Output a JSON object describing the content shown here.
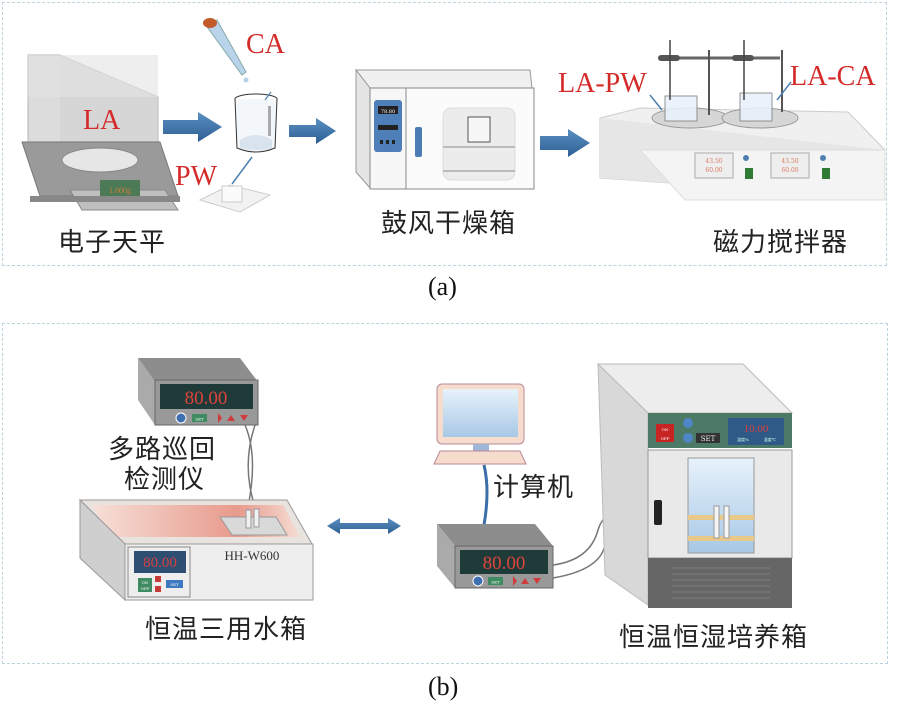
{
  "figure": {
    "panel_a": {
      "caption": "(a)",
      "labels": {
        "la": "LA",
        "ca": "CA",
        "pw": "PW",
        "la_pw": "LA-PW",
        "la_ca": "LA-CA"
      },
      "devices": {
        "balance": {
          "name": "电子天平",
          "display": "1.000g"
        },
        "oven": {
          "name": "鼓风干燥箱",
          "display": "78.80"
        },
        "stirrer": {
          "name": "磁力搅拌器",
          "display_top": "43.50",
          "display_bottom": "60.00"
        }
      }
    },
    "panel_b": {
      "caption": "(b)",
      "devices": {
        "inspector": {
          "name_line1": "多路巡回",
          "name_line2": "检测仪",
          "display": "80.00",
          "set_label": "SET"
        },
        "water_bath": {
          "name": "恒温三用水箱",
          "model": "HH-W600",
          "display": "80.00",
          "on_label": "ON",
          "off_label": "OFF",
          "set_label": "SET"
        },
        "computer": {
          "name": "计算机"
        },
        "logger": {
          "display": "80.00",
          "set_label": "SET"
        },
        "incubator": {
          "name": "恒温恒湿培养箱",
          "display": "10.00",
          "humidity_label": "湿度%",
          "temp_label": "温度℃",
          "on_label": "ON",
          "off_label": "OFF",
          "set_label": "SET"
        }
      }
    },
    "colors": {
      "arrow": "#3f74a8",
      "label_red": "#d42a2a",
      "display_red": "#e0433a",
      "panel_border": "#bcd3dc"
    }
  }
}
